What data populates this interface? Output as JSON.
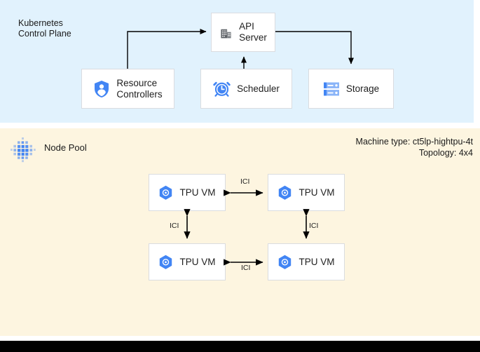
{
  "diagram": {
    "sections": {
      "control_plane": {
        "title": "Kubernetes\nControl Plane",
        "background": "#e1f2fd",
        "nodes": [
          {
            "id": "api-server",
            "label": "API\nServer",
            "icon": "building-icon"
          },
          {
            "id": "resource-controllers",
            "label": "Resource\nControllers",
            "icon": "shield-user-icon"
          },
          {
            "id": "scheduler",
            "label": "Scheduler",
            "icon": "alarm-clock-icon"
          },
          {
            "id": "storage",
            "label": "Storage",
            "icon": "server-stack-icon"
          }
        ]
      },
      "node_pool": {
        "title": "Node Pool",
        "icon": "node-pool-dots-icon",
        "background": "#fdf5e0",
        "machine_info": "Machine type: ct5lp-hightpu-4t\nTopology: 4x4",
        "machine_type_label": "Machine type: ct5lp-hightpu-4t",
        "topology_label": "Topology: 4x4",
        "vms": [
          {
            "id": "tpu-vm-0",
            "label": "TPU VM",
            "icon": "tpu-hexagon-icon"
          },
          {
            "id": "tpu-vm-1",
            "label": "TPU VM",
            "icon": "tpu-hexagon-icon"
          },
          {
            "id": "tpu-vm-2",
            "label": "TPU VM",
            "icon": "tpu-hexagon-icon"
          },
          {
            "id": "tpu-vm-3",
            "label": "TPU VM",
            "icon": "tpu-hexagon-icon"
          }
        ],
        "interconnect_labels": [
          {
            "id": "ici-top",
            "label": "ICI"
          },
          {
            "id": "ici-left",
            "label": "ICI"
          },
          {
            "id": "ici-right",
            "label": "ICI"
          },
          {
            "id": "ici-bottom",
            "label": "ICI"
          }
        ]
      }
    },
    "colors": {
      "control_plane_bg": "#e1f2fd",
      "node_pool_bg": "#fdf5e0",
      "box_bg": "#ffffff",
      "box_border": "#dadce0",
      "accent_blue": "#4285f4",
      "icon_gray": "#5f6368",
      "arrow": "#000000",
      "bottom_bar": "#000000"
    }
  }
}
